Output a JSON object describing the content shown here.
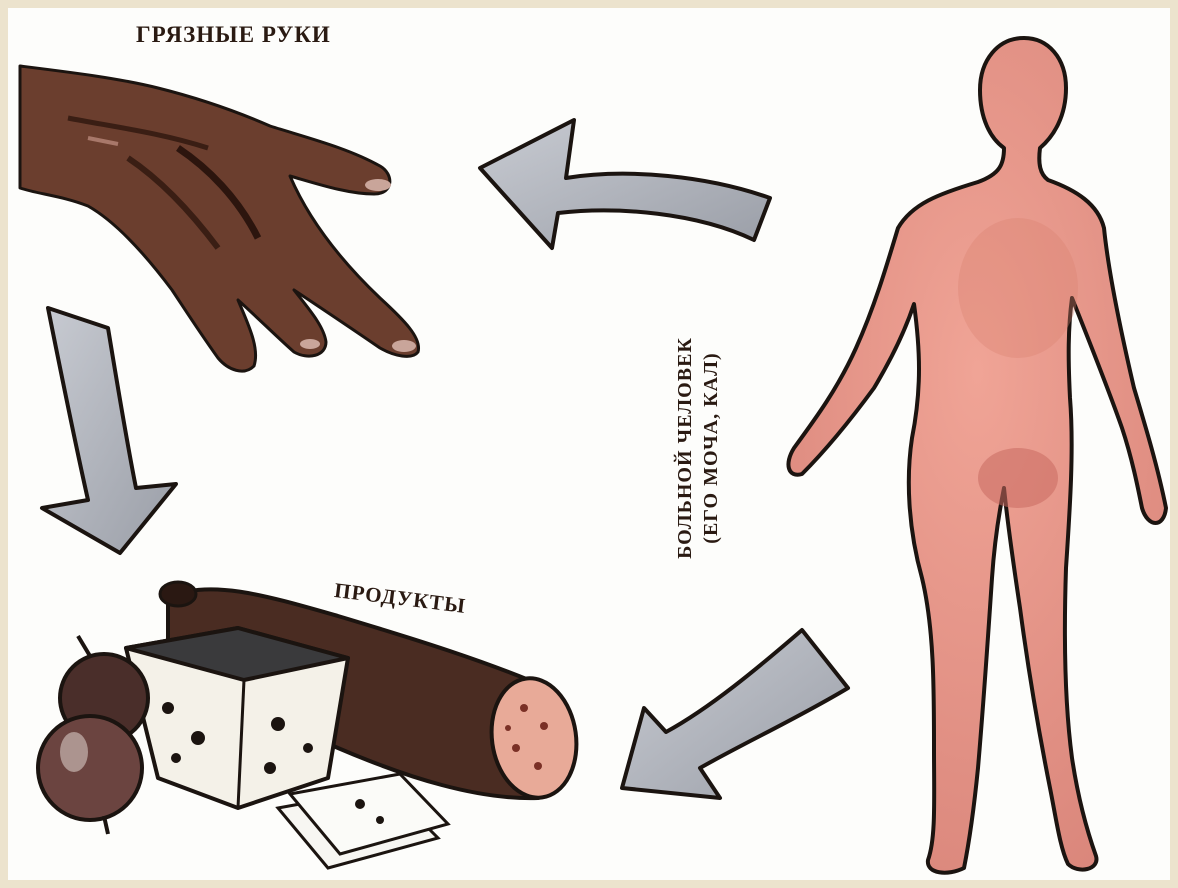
{
  "labels": {
    "hands": "ГРЯЗНЫЕ РУКИ",
    "products": "ПРОДУКТЫ",
    "sick_person_line1": "БОЛЬНОЙ ЧЕЛОВЕК",
    "sick_person_line2": "(ЕГО МОЧА, КАЛ)"
  },
  "colors": {
    "background": "#ece3cd",
    "canvas": "#fdfdfb",
    "skin": "#e89a8a",
    "hand": "#5b3426",
    "arrow": "#aeb1b8",
    "outline": "#1b1410"
  },
  "icons": [
    "dirty-hand-icon",
    "sick-person-icon",
    "food-products-icon",
    "flow-arrow-icon"
  ]
}
